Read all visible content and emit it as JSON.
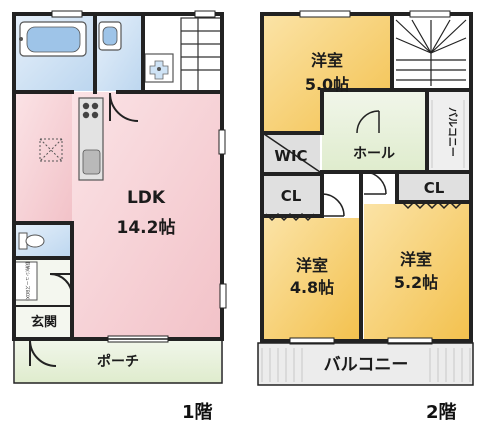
{
  "floor1": {
    "ldk": {
      "name": "LDK",
      "size": "14.2帖"
    },
    "entrance": "玄関",
    "porch": "ポーチ",
    "shoebox": "収納(シューズBOX)",
    "floor_label": "1階"
  },
  "floor2": {
    "room_top": {
      "name": "洋室",
      "size": "5.0帖"
    },
    "room_left": {
      "name": "洋室",
      "size": "4.8帖"
    },
    "room_right": {
      "name": "洋室",
      "size": "5.2帖"
    },
    "wic": "WIC",
    "hall": "ホール",
    "cl_left": "CL",
    "cl_right": "CL",
    "balcony_small": "バルコニー",
    "balcony_large": "バルコニー",
    "floor_label": "2階"
  },
  "colors": {
    "ldk": "#f5d2d6",
    "room": "#f7d47a",
    "wet": "#cfe3f5",
    "hall": "#e8f1dc",
    "balcony": "#e9e9e9",
    "wall": "#222222"
  }
}
